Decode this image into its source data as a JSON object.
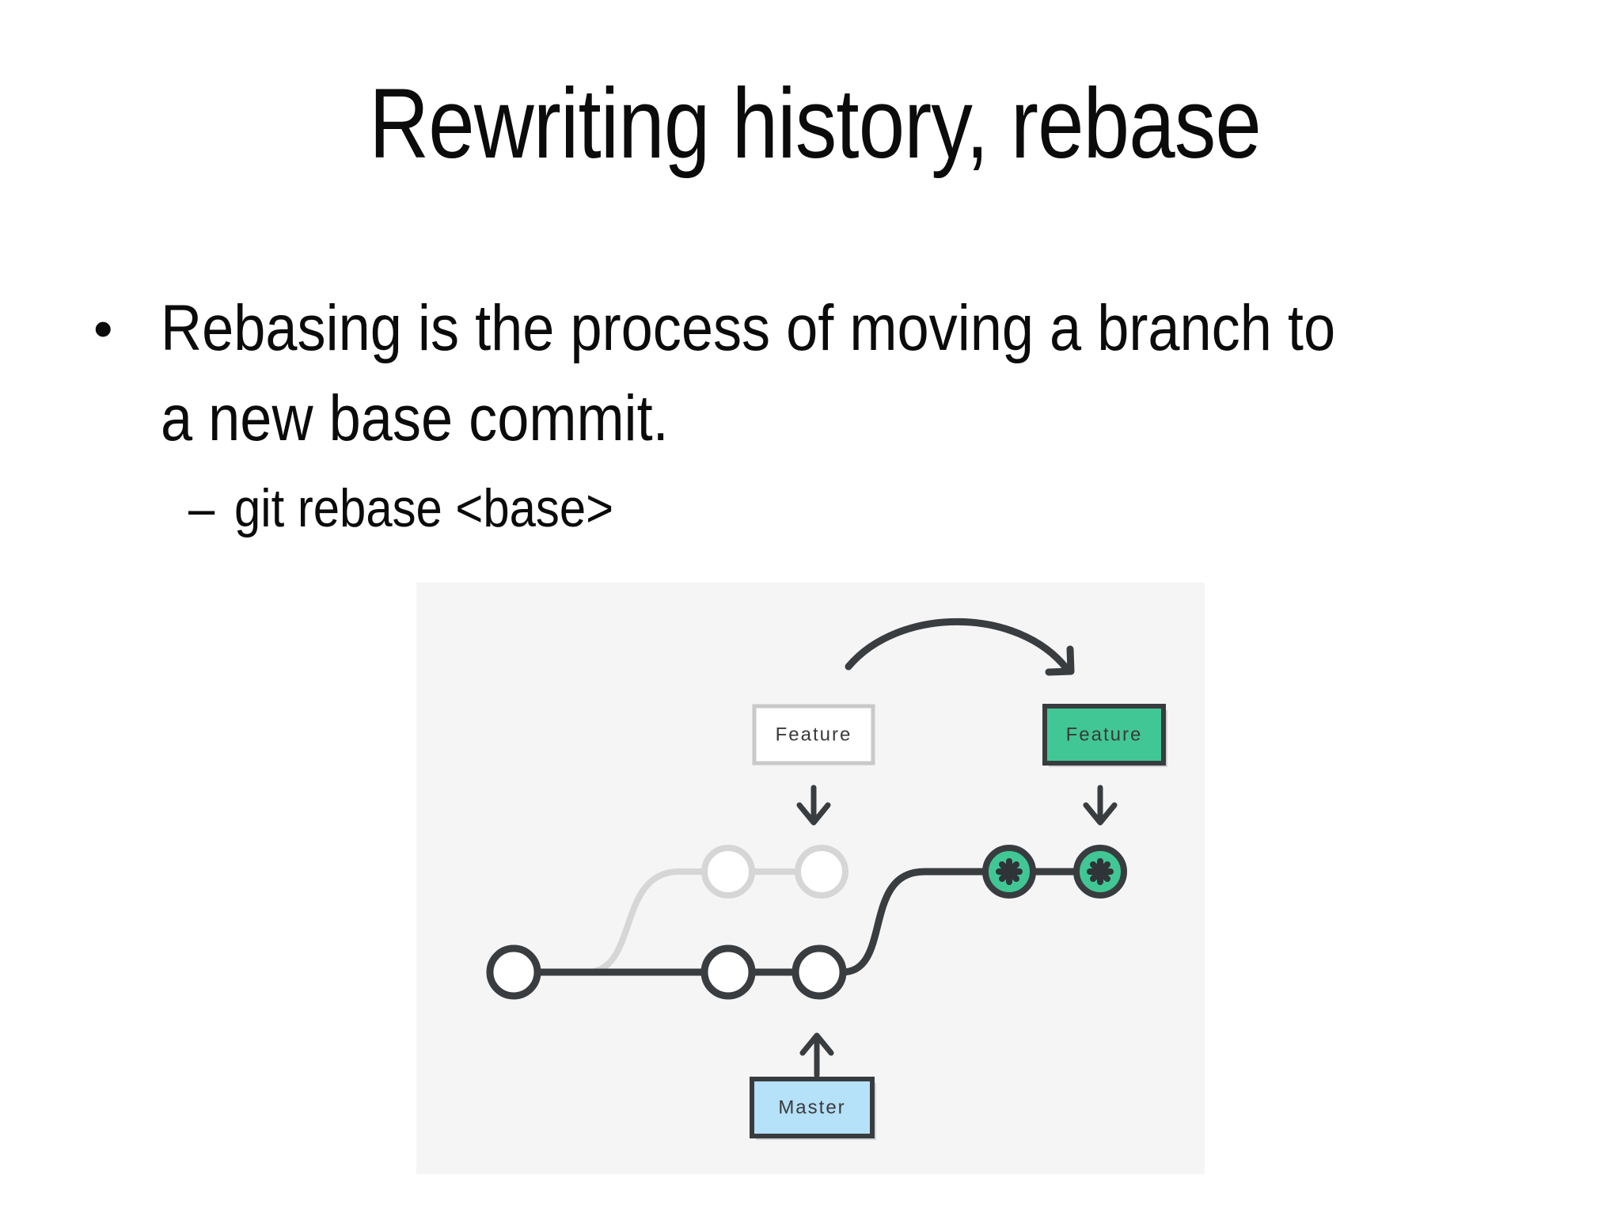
{
  "slide": {
    "title": "Rewriting history, rebase",
    "bullet": {
      "marker": "•",
      "lines": {
        "0": "Rebasing is the process of moving a branch to",
        "1": "a new base commit."
      }
    },
    "sub_bullet": {
      "marker": "–",
      "text": "git rebase <base>"
    }
  },
  "diagram": {
    "labels": {
      "feature_old": "Feature",
      "feature_new": "Feature",
      "master": "Master"
    },
    "icons": {
      "curved_arrow": "curved-arrow-icon",
      "down_arrow": "down-arrow-icon",
      "up_arrow": "up-arrow-icon",
      "rebased_commit_glyph": "asterisk-icon"
    },
    "colors": {
      "panel_bg": "#f5f5f6",
      "line_dark": "#3a3d40",
      "line_faded": "#d6d6d6",
      "node_fill": "#ffffff",
      "node_faded_stroke": "#d6d6d6",
      "rebased_fill": "#41c795",
      "feature_new_fill": "#41c795",
      "master_fill": "#b5e1f9",
      "border_dark": "#383c3f",
      "border_light": "#c9c9c9",
      "label_text": "#3a3a3a",
      "asterisk": "#2f3438"
    }
  }
}
